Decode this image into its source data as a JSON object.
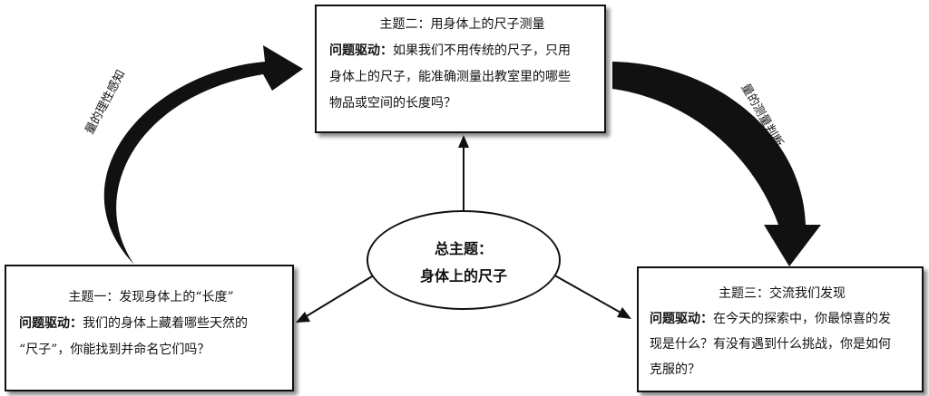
{
  "hub": {
    "line1": "总主题：",
    "line2": "身体上的尺子"
  },
  "topic2": {
    "title": "主题二：用身体上的尺子测量",
    "question_label": "问题驱动：",
    "question_lines": [
      "如果我们不用传统的尺子，只用",
      "身体上的尺子，能准确测量出教室里的哪些",
      "物品或空间的长度吗？"
    ]
  },
  "topic1": {
    "title": "主题一：发现身体上的“长度”",
    "question_label": "问题驱动：",
    "question_lines": [
      "我们的身体上藏着哪些天然的",
      "“尺子”，你能找到并命名它们吗？"
    ]
  },
  "topic3": {
    "title": "主题三：交流我们发现",
    "question_label": "问题驱动：",
    "question_lines": [
      "在今天的探索中，你最惊喜的发",
      "现是什么？有没有遇到什么挑战，你是如何",
      "克服的？"
    ]
  },
  "arcs": {
    "left_label": "量的理性感知",
    "right_label": "量的测量判断"
  }
}
